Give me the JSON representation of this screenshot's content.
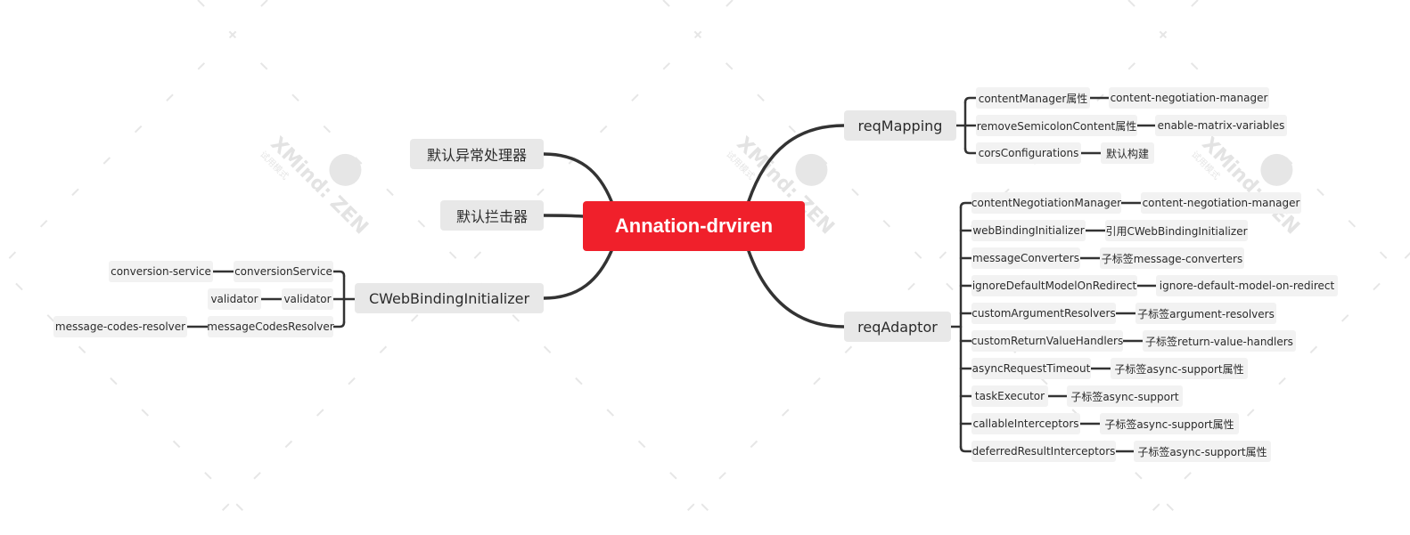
{
  "colors": {
    "accent": "#f0202b",
    "line": "#333333",
    "watermark": "#e6e6e6"
  },
  "watermark": {
    "brand": "XMind: ZEN",
    "sub": "试用模式"
  },
  "map": {
    "central": {
      "label": "Annation-drviren"
    },
    "left_topics": [
      {
        "label": "默认异常处理器"
      },
      {
        "label": "默认拦击器"
      },
      {
        "label": "CWebBindingInitializer",
        "children": [
          {
            "label": "conversionService",
            "value": "conversion-service"
          },
          {
            "label": "validator",
            "value": "validator"
          },
          {
            "label": "messageCodesResolver",
            "value": "message-codes-resolver"
          }
        ]
      }
    ],
    "right_topics": [
      {
        "label": "reqMapping",
        "children": [
          {
            "label": "contentManager属性",
            "value": "content-negotiation-manager"
          },
          {
            "label": "removeSemicolonContent属性",
            "value": "enable-matrix-variables"
          },
          {
            "label": "corsConfigurations",
            "value": "默认构建"
          }
        ]
      },
      {
        "label": "reqAdaptor",
        "children": [
          {
            "label": "contentNegotiationManager",
            "value": "content-negotiation-manager"
          },
          {
            "label": "webBindingInitializer",
            "value": "引用CWebBindingInitializer"
          },
          {
            "label": "messageConverters",
            "value": "子标签message-converters"
          },
          {
            "label": "ignoreDefaultModelOnRedirect",
            "value": "ignore-default-model-on-redirect"
          },
          {
            "label": "customArgumentResolvers",
            "value": "子标签argument-resolvers"
          },
          {
            "label": "customReturnValueHandlers",
            "value": "子标签return-value-handlers"
          },
          {
            "label": "asyncRequestTimeout",
            "value": "子标签async-support属性"
          },
          {
            "label": "taskExecutor",
            "value": "子标签async-support"
          },
          {
            "label": "callableInterceptors",
            "value": "子标签async-support属性"
          },
          {
            "label": "deferredResultInterceptors",
            "value": "子标签async-support属性"
          }
        ]
      }
    ]
  }
}
